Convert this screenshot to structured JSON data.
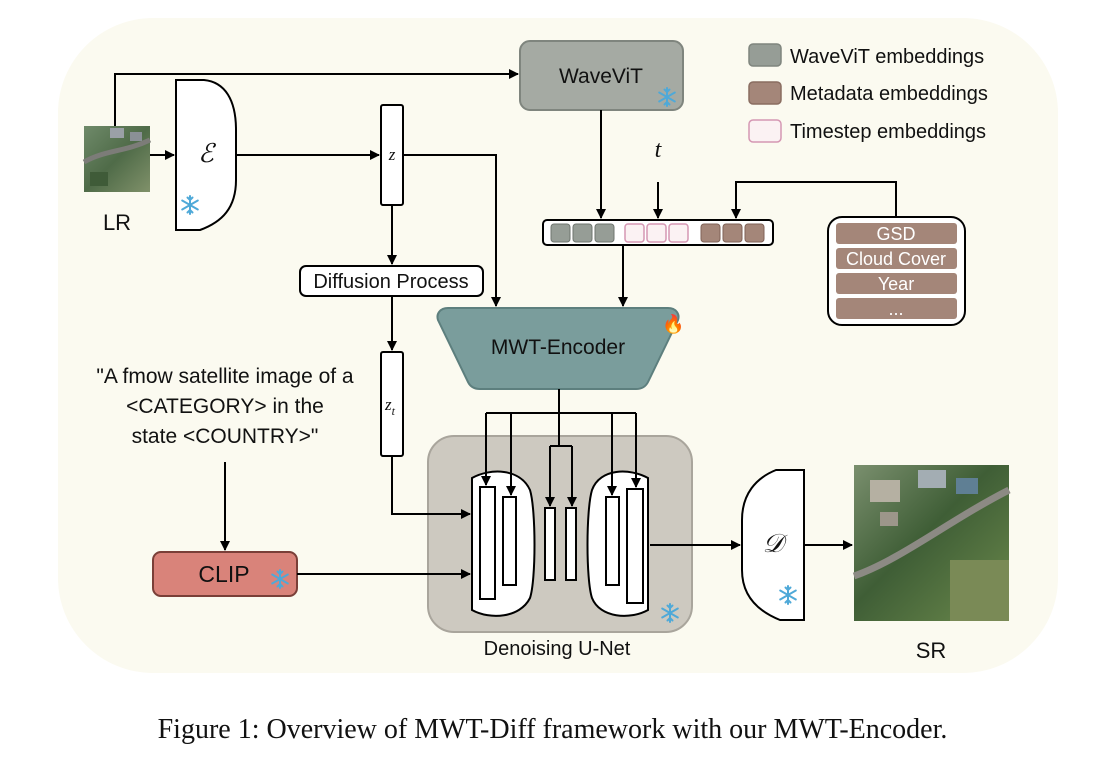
{
  "labels": {
    "lr": "LR",
    "sr": "SR",
    "encoder": "ℰ",
    "decoder": "𝒟",
    "z": "z",
    "zt_base": "z",
    "zt_sub": "t",
    "t": "t",
    "diffusion_process": "Diffusion Process",
    "wavevit": "WaveViT",
    "mwt_encoder": "MWT-Encoder",
    "clip": "CLIP",
    "unet": "Denoising U-Net",
    "prompt_lines": [
      "\"A fmow satellite image of a",
      "<CATEGORY> in the",
      "state <COUNTRY>\""
    ]
  },
  "legend": [
    {
      "label": "WaveViT embeddings",
      "color": "#969d96"
    },
    {
      "label": "Metadata embeddings",
      "color": "#a48679"
    },
    {
      "label": "Timestep embeddings",
      "color": "#fbf2f3"
    }
  ],
  "metadata": [
    "GSD",
    "Cloud Cover",
    "Year",
    "..."
  ],
  "caption": "Figure 1: Overview of MWT-Diff framework with our MWT-Encoder.",
  "colors": {
    "background": "#fbfaf0",
    "wavevit": "#a5aaa3",
    "mwt_encoder": "#7a9d9c",
    "clip": "#d9837a",
    "unet": "#cdc9c0",
    "metadata": "#a48679",
    "timestep_border": "#d597b3"
  }
}
